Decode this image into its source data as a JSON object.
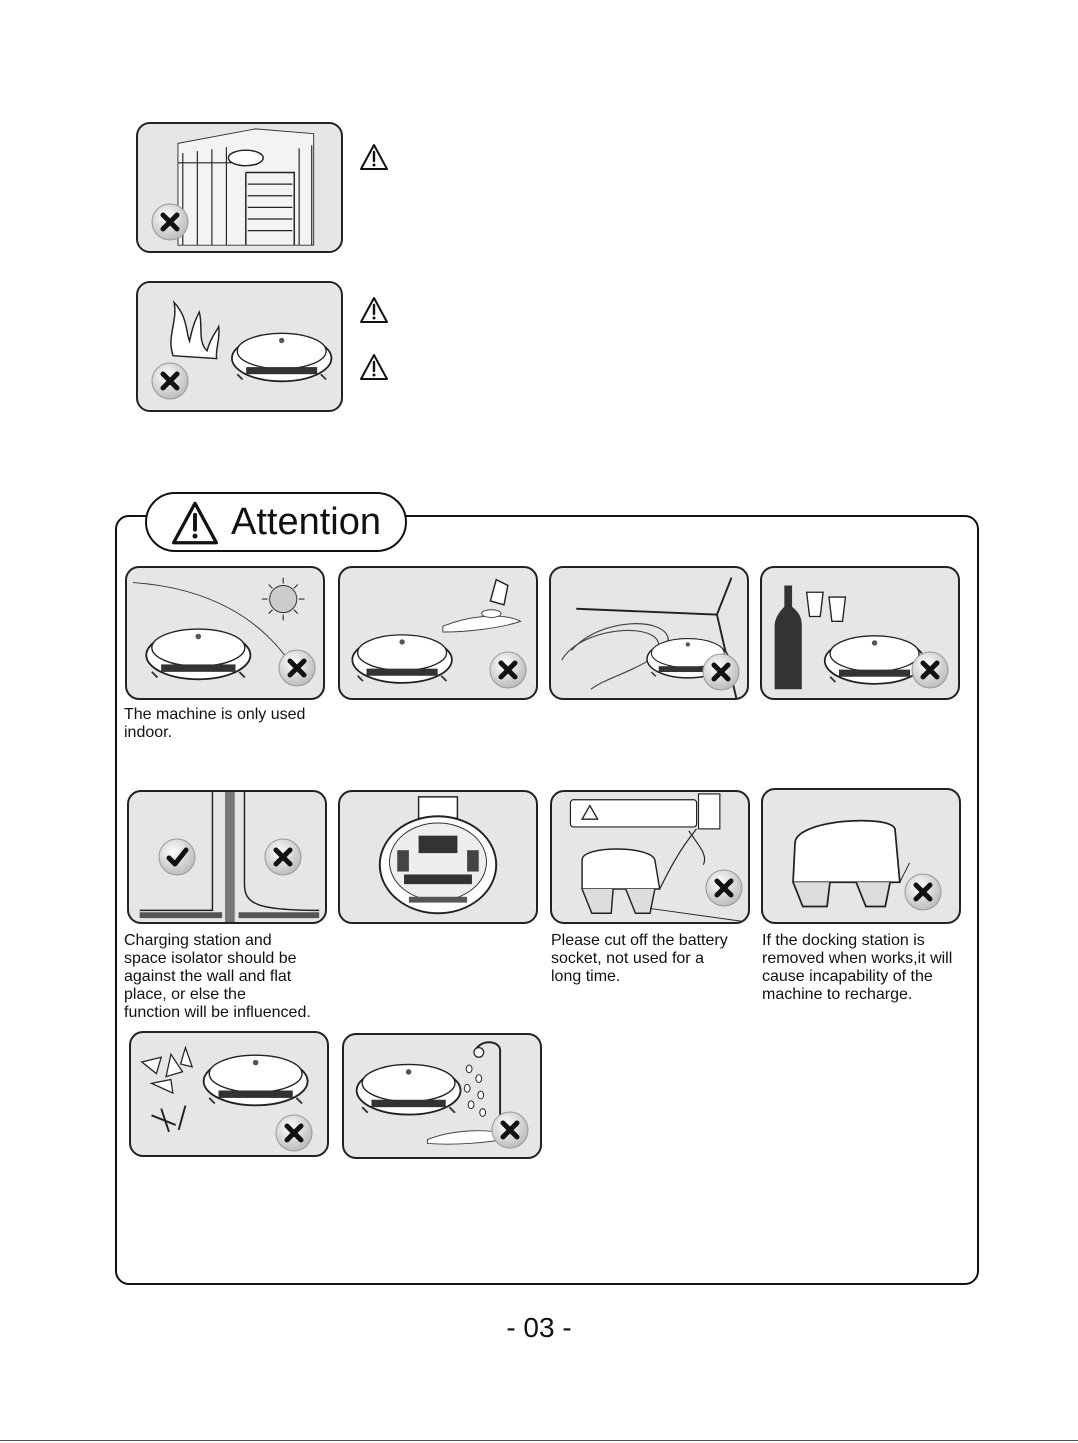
{
  "attention": {
    "title": "Attention"
  },
  "captions": {
    "indoor": "The machine is only used\nindoor.",
    "charging_station": "Charging station and\nspace isolator should be\nagainst the wall and flat\nplace, or else the\nfunction will be influenced.",
    "battery_socket": "Please cut off the battery\nsocket, not used for a\nlong time.",
    "docking_removed": "If the docking station is\nremoved when works,it will\ncause incapability of the\nmachine to recharge."
  },
  "page": {
    "number": "- 03 -"
  },
  "icons": {
    "warning": "warning-triangle-icon",
    "cross": "cross-circle-icon",
    "check": "check-circle-icon"
  },
  "colors": {
    "panel_bg": "#e6e6e6",
    "line": "#222222"
  }
}
